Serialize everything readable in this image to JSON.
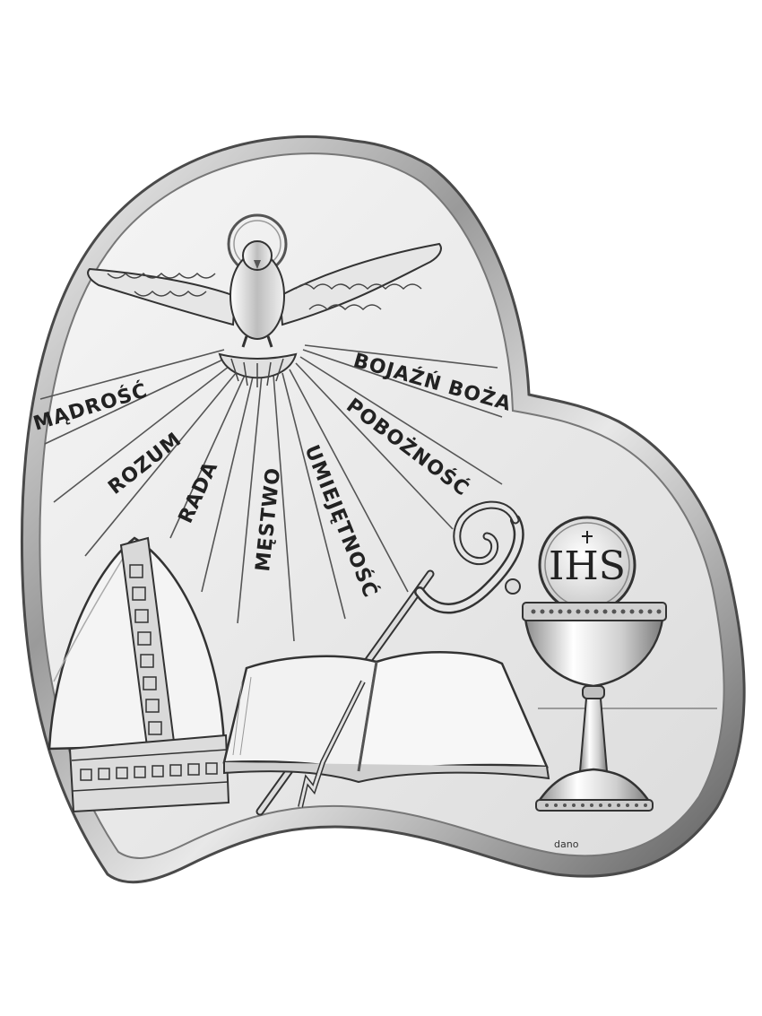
{
  "plaque": {
    "gifts": {
      "madrosc": "MĄDROŚĆ",
      "rozum": "ROZUM",
      "rada": "RADA",
      "mestwo": "MĘSTWO",
      "umiejetnosc": "UMIEJĘTNOŚĆ",
      "poboznosc": "POBOŻNOŚĆ",
      "bojazn_boza": "BOJAŹŃ BOŻA"
    },
    "host_monogram": "IHS",
    "maker_mark": "dano"
  },
  "colors": {
    "silver_light": "#f2f2f2",
    "silver_mid": "#cfcfcf",
    "silver_dark": "#6a6a6a",
    "engraving": "#222222",
    "background": "#ffffff"
  },
  "icons": [
    "holy-spirit-dove-icon",
    "bishop-mitre-icon",
    "open-book-icon",
    "crozier-icon",
    "chalice-host-icon"
  ]
}
